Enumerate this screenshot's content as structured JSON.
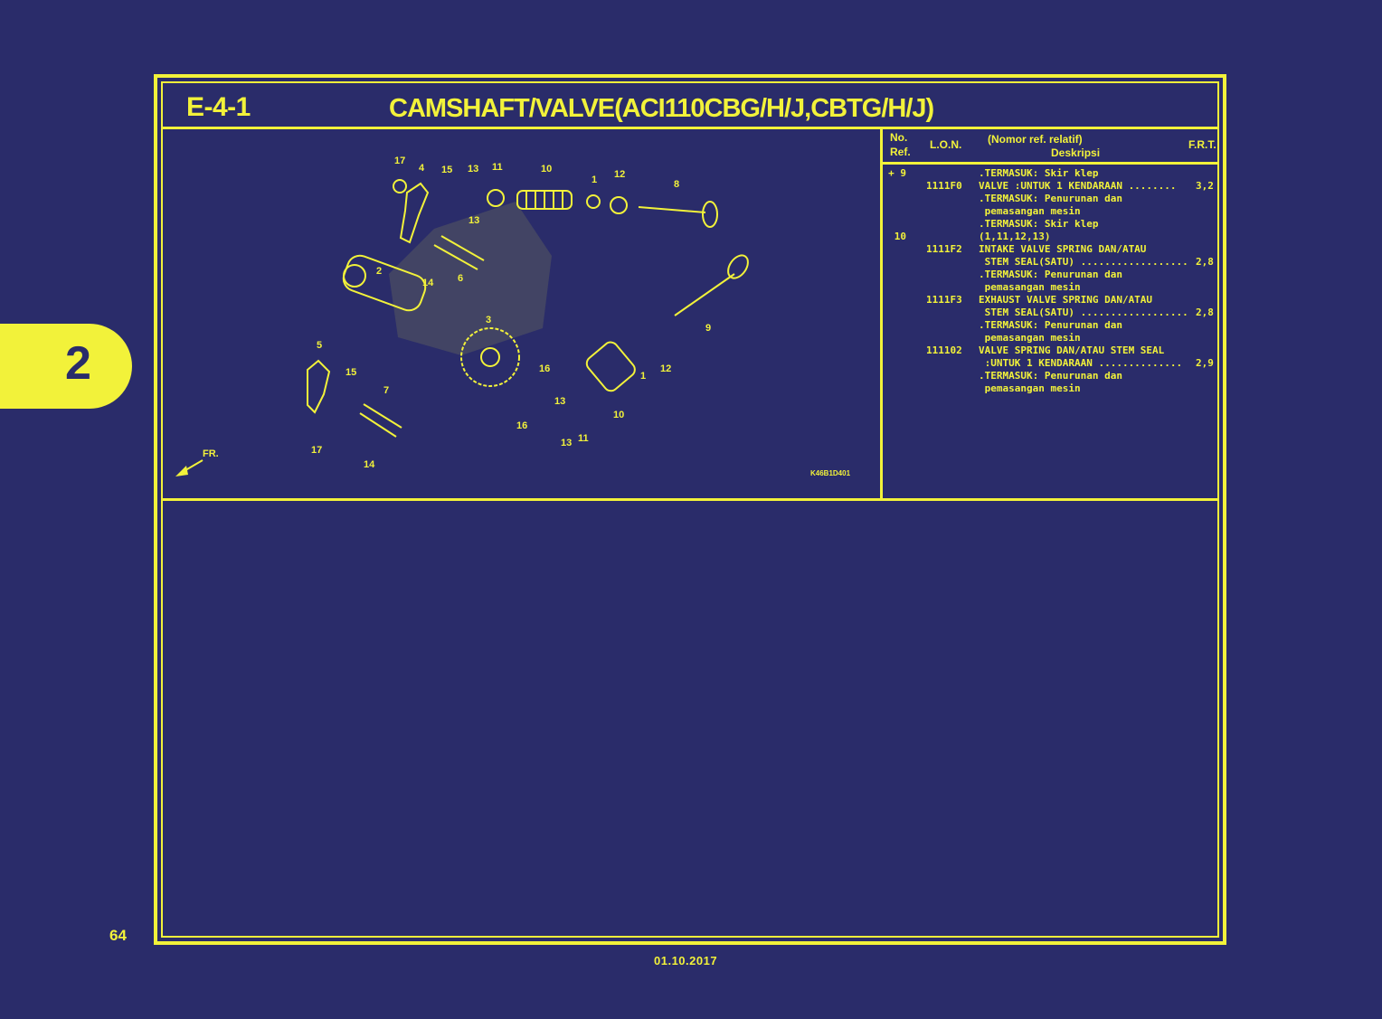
{
  "section": {
    "code": "E-4-1",
    "title": "CAMSHAFT/VALVE(ACI110CBG/H/J,CBTG/H/J)"
  },
  "side_tab": {
    "label": "2"
  },
  "page_number": "64",
  "date": "01.10.2017",
  "diagram": {
    "drawing_code": "K46B1D401",
    "fr_label": "FR.",
    "callouts": [
      "17",
      "4",
      "15",
      "13",
      "11",
      "10",
      "1",
      "12",
      "8",
      "13",
      "6",
      "14",
      "2",
      "9",
      "3",
      "5",
      "15",
      "7",
      "16",
      "16",
      "13",
      "11",
      "12",
      "1",
      "10",
      "17",
      "14",
      "13"
    ]
  },
  "columns": {
    "no_ref_1": "No.",
    "no_ref_2": "Ref.",
    "lon": "L.O.N.",
    "desc_1": "(Nomor ref. relatif)",
    "desc_2": "Deskripsi",
    "frt": "F.R.T."
  },
  "rows": [
    {
      "ref": "+ 9",
      "lon": "",
      "desc": ".TERMASUK: Skir klep",
      "frt": ""
    },
    {
      "ref": "",
      "lon": "1111F0",
      "desc": "VALVE :UNTUK 1 KENDARAAN ........",
      "frt": "3,2"
    },
    {
      "ref": "",
      "lon": "",
      "desc": ".TERMASUK: Penurunan dan",
      "frt": ""
    },
    {
      "ref": "",
      "lon": "",
      "desc": " pemasangan mesin",
      "frt": ""
    },
    {
      "ref": "",
      "lon": "",
      "desc": ".TERMASUK: Skir klep",
      "frt": ""
    },
    {
      "ref": "10",
      "lon": "",
      "desc": "(1,11,12,13)",
      "frt": ""
    },
    {
      "ref": "",
      "lon": "1111F2",
      "desc": "INTAKE VALVE SPRING DAN/ATAU",
      "frt": ""
    },
    {
      "ref": "",
      "lon": "",
      "desc": " STEM SEAL(SATU) ..................",
      "frt": "2,8"
    },
    {
      "ref": "",
      "lon": "",
      "desc": ".TERMASUK: Penurunan dan",
      "frt": ""
    },
    {
      "ref": "",
      "lon": "",
      "desc": " pemasangan mesin",
      "frt": ""
    },
    {
      "ref": "",
      "lon": "1111F3",
      "desc": "EXHAUST VALVE SPRING DAN/ATAU",
      "frt": ""
    },
    {
      "ref": "",
      "lon": "",
      "desc": " STEM SEAL(SATU) ..................",
      "frt": "2,8"
    },
    {
      "ref": "",
      "lon": "",
      "desc": ".TERMASUK: Penurunan dan",
      "frt": ""
    },
    {
      "ref": "",
      "lon": "",
      "desc": " pemasangan mesin",
      "frt": ""
    },
    {
      "ref": "",
      "lon": "111102",
      "desc": "VALVE SPRING DAN/ATAU STEM SEAL",
      "frt": ""
    },
    {
      "ref": "",
      "lon": "",
      "desc": " :UNTUK 1 KENDARAAN ..............",
      "frt": "2,9"
    },
    {
      "ref": "",
      "lon": "",
      "desc": ".TERMASUK: Penurunan dan",
      "frt": ""
    },
    {
      "ref": "",
      "lon": "",
      "desc": " pemasangan mesin",
      "frt": ""
    }
  ],
  "colors": {
    "background": "#2a2c6a",
    "foreground": "#f2f23a"
  }
}
